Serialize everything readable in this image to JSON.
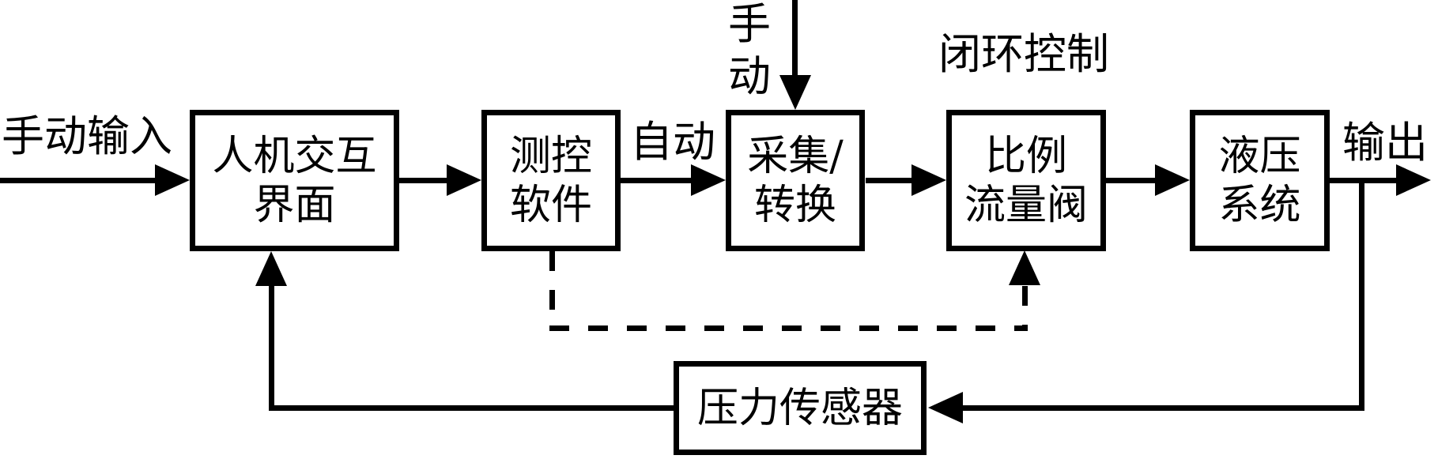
{
  "colors": {
    "line": "#000000",
    "background": "#ffffff"
  },
  "nodes": {
    "hmi": {
      "line1": "人机交互",
      "line2": "界面"
    },
    "software": {
      "line1": "测控",
      "line2": "软件"
    },
    "acquisition": {
      "line1": "采集/",
      "line2": "转换"
    },
    "valve": {
      "line1": "比例",
      "line2": "流量阀"
    },
    "hydraulic": {
      "line1": "液压",
      "line2": "系统"
    },
    "sensor": {
      "line1": "压力传感器"
    }
  },
  "labels": {
    "manual_input": "手动输入",
    "auto": "自动",
    "manual_top_char1": "手",
    "manual_top_char2": "动",
    "closed_loop": "闭环控制",
    "output": "输出"
  }
}
